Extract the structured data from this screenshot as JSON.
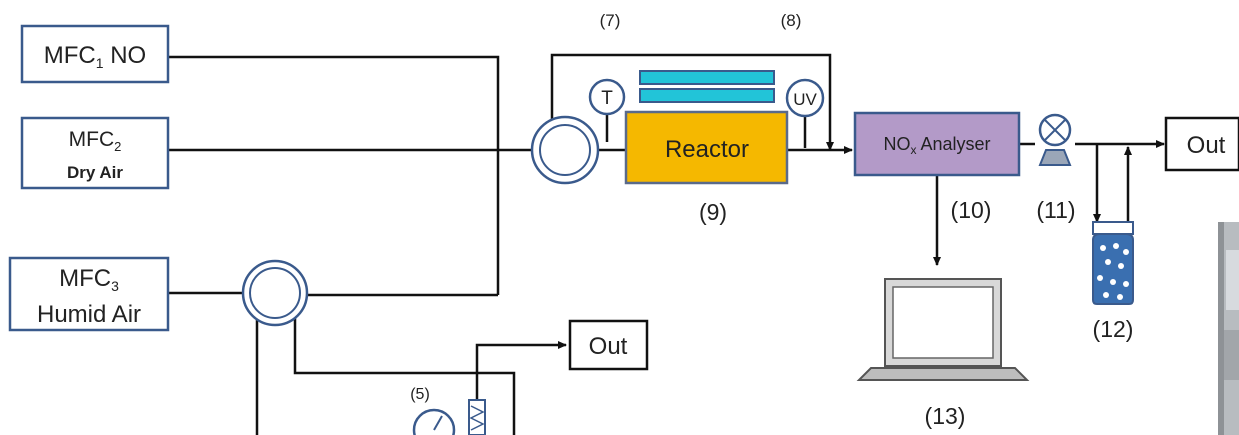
{
  "boxes": {
    "mfc1": {
      "main": "MFC",
      "sub": "1",
      "suffix": " NO"
    },
    "mfc2": {
      "main": "MFC",
      "sub": "2",
      "line2": "Dry Air"
    },
    "mfc3": {
      "main": "MFC",
      "sub": "3",
      "line2": "Humid Air"
    },
    "reactor": "Reactor",
    "analyser": {
      "main": "NO",
      "sub": "x",
      "suffix": " Analyser"
    },
    "out_right": "Out",
    "out_bottom": "Out"
  },
  "sensors": {
    "temperature": "T",
    "uv": "UV"
  },
  "labels": {
    "n5": "(5)",
    "n7": "(7)",
    "n8": "(8)",
    "n9": "(9)",
    "n10": "(10)",
    "n11": "(11)",
    "n12": "(12)",
    "n13": "(13)"
  },
  "colors": {
    "box_border": "#3a5a8c",
    "reactor_fill": "#f5b800",
    "reactor_border": "#5a6a8a",
    "analyser_fill": "#b39ac8",
    "uv_lamp": "#22c4d8",
    "line": "#111111",
    "bottle": "#3a6fb0"
  }
}
